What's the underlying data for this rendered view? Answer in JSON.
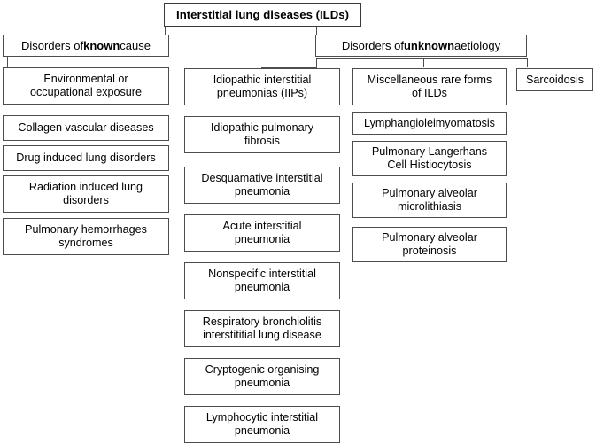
{
  "diagram": {
    "title": "Interstitial lung diseases (ILDs)",
    "root": {
      "label": "Interstitial lung diseases (ILDs)"
    },
    "categories": {
      "known": {
        "label_prefix": "Disorders of ",
        "label_emphasis": "known",
        "label_suffix": " cause",
        "label_full": "Disorders of known cause"
      },
      "unknown": {
        "label_prefix": "Disorders of ",
        "label_emphasis": "unknown",
        "label_suffix": " aetiology",
        "label_full": "Disorders of unknown aetiology"
      }
    },
    "columns": {
      "known_causes": [
        {
          "label": "Environmental or\noccupational exposure"
        },
        {
          "label": "Collagen vascular diseases"
        },
        {
          "label": "Drug induced lung disorders"
        },
        {
          "label": "Radiation induced lung\ndisorders"
        },
        {
          "label": "Pulmonary hemorrhages\nsyndromes"
        }
      ],
      "idiopathic_interstitial_pneumonias": [
        {
          "label": "Idiopathic interstitial\npneumonias (IIPs)"
        },
        {
          "label": "Idiopathic pulmonary\nfibrosis"
        },
        {
          "label": "Desquamative interstitial\npneumonia"
        },
        {
          "label": "Acute interstitial\npneumonia"
        },
        {
          "label": "Nonspecific interstitial\npneumonia"
        },
        {
          "label": "Respiratory bronchiolitis\ninterstititial lung disease"
        },
        {
          "label": "Cryptogenic organising\npneumonia"
        },
        {
          "label": "Lymphocytic interstitial\npneumonia"
        }
      ],
      "miscellaneous_rare_forms": [
        {
          "label": "Miscellaneous rare forms\nof ILDs"
        },
        {
          "label": "Lymphangioleimyomatosis"
        },
        {
          "label": "Pulmonary Langerhans\nCell Histiocytosis"
        },
        {
          "label": "Pulmonary alveolar\nmicrolithiasis"
        },
        {
          "label": "Pulmonary alveolar\nproteinosis"
        }
      ],
      "sarcoidosis": [
        {
          "label": "Sarcoidosis"
        }
      ]
    },
    "colors": {
      "border": "#4d4d4d",
      "background": "#ffffff",
      "text": "#000000"
    }
  }
}
